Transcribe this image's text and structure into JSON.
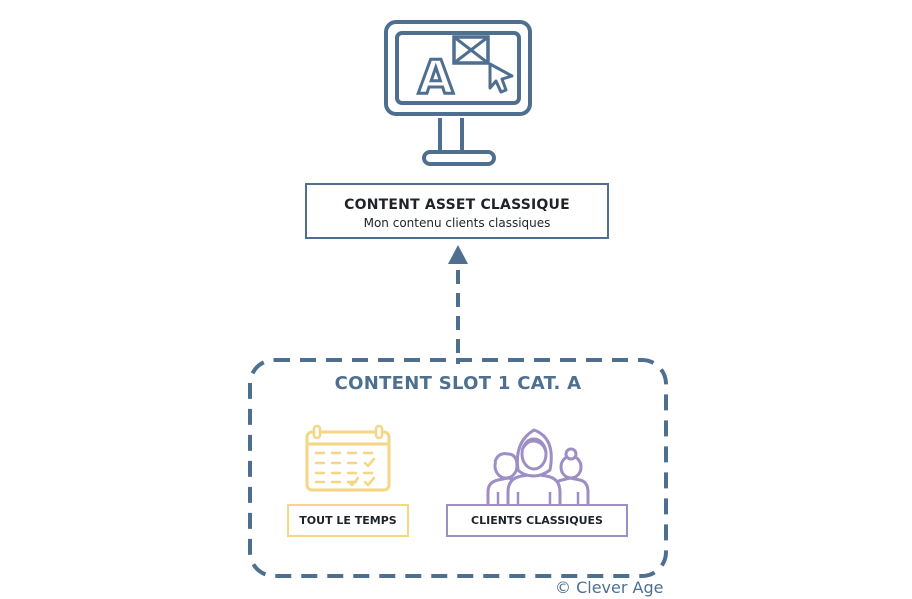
{
  "asset": {
    "title": "CONTENT ASSET CLASSIQUE",
    "subtitle": "Mon contenu clients classiques"
  },
  "slot": {
    "title": "CONTENT SLOT 1 CAT. A",
    "labels": {
      "time": "TOUT LE TEMPS",
      "clients": "CLIENTS CLASSIQUES"
    }
  },
  "monitor_letter": "A",
  "copyright": "© Clever Age",
  "icons": [
    "monitor-icon",
    "calendar-icon",
    "people-icon",
    "arrow-up-icon"
  ],
  "colors": {
    "primary": "#4f6f91",
    "calendar": "#f5d682",
    "people": "#9e8ec6",
    "text": "#1f2329"
  }
}
